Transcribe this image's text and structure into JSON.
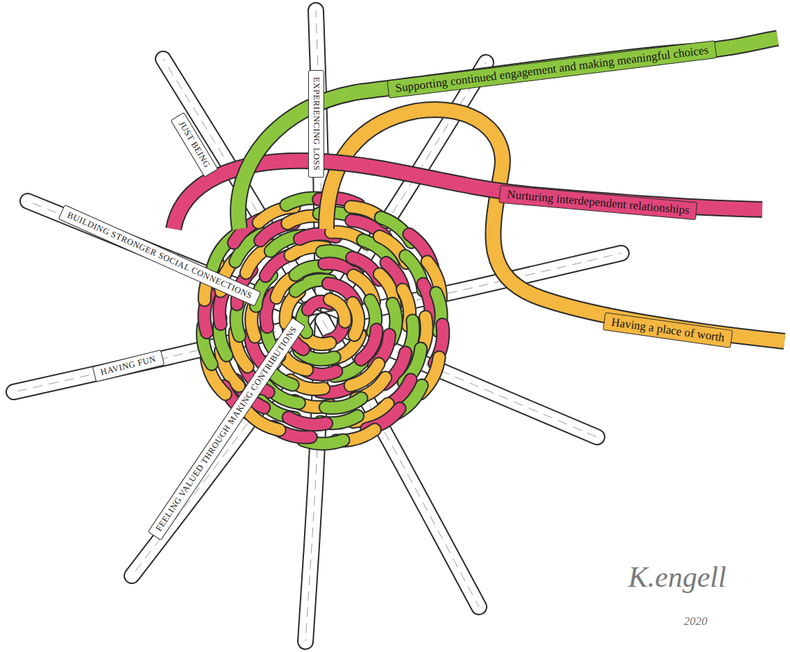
{
  "diagram": {
    "nodes": [
      {
        "text": [
          "Supporting continued engagement and making meaningful choices"
        ]
      },
      {
        "text": [
          "EXPERIENCING LOSS"
        ]
      },
      {
        "text": [
          "JUST BEING"
        ]
      },
      {
        "text": [
          "Nurturing interdependent relationships"
        ]
      },
      {
        "text": [
          "BUILDING STRONGER SOCIAL CONNECTIONS"
        ]
      },
      {
        "text": [
          "Having a place of worth"
        ]
      },
      {
        "text": [
          "HAVING FUN"
        ]
      },
      {
        "text": [
          "FEELING VALUED THROUGH MAKING CONTRIBUTIONS"
        ]
      }
    ],
    "labels": [
      "K.engell",
      "2020"
    ]
  }
}
